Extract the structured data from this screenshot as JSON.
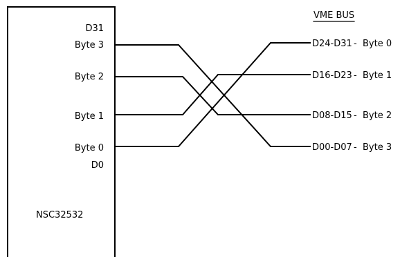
{
  "chip": {
    "name": "NSC32532",
    "top_label": "D31",
    "bottom_label": "D0",
    "pins": [
      "Byte 3",
      "Byte 2",
      "Byte 1",
      "Byte 0"
    ]
  },
  "bus": {
    "title": "VME BUS",
    "lanes": [
      {
        "range": "D24-D31",
        "sep": "-",
        "byte": "Byte 0"
      },
      {
        "range": "D16-D23",
        "sep": "-",
        "byte": "Byte 1"
      },
      {
        "range": "D08-D15",
        "sep": "-",
        "byte": "Byte 2"
      },
      {
        "range": "D00-D07",
        "sep": "-",
        "byte": "Byte 3"
      }
    ]
  }
}
